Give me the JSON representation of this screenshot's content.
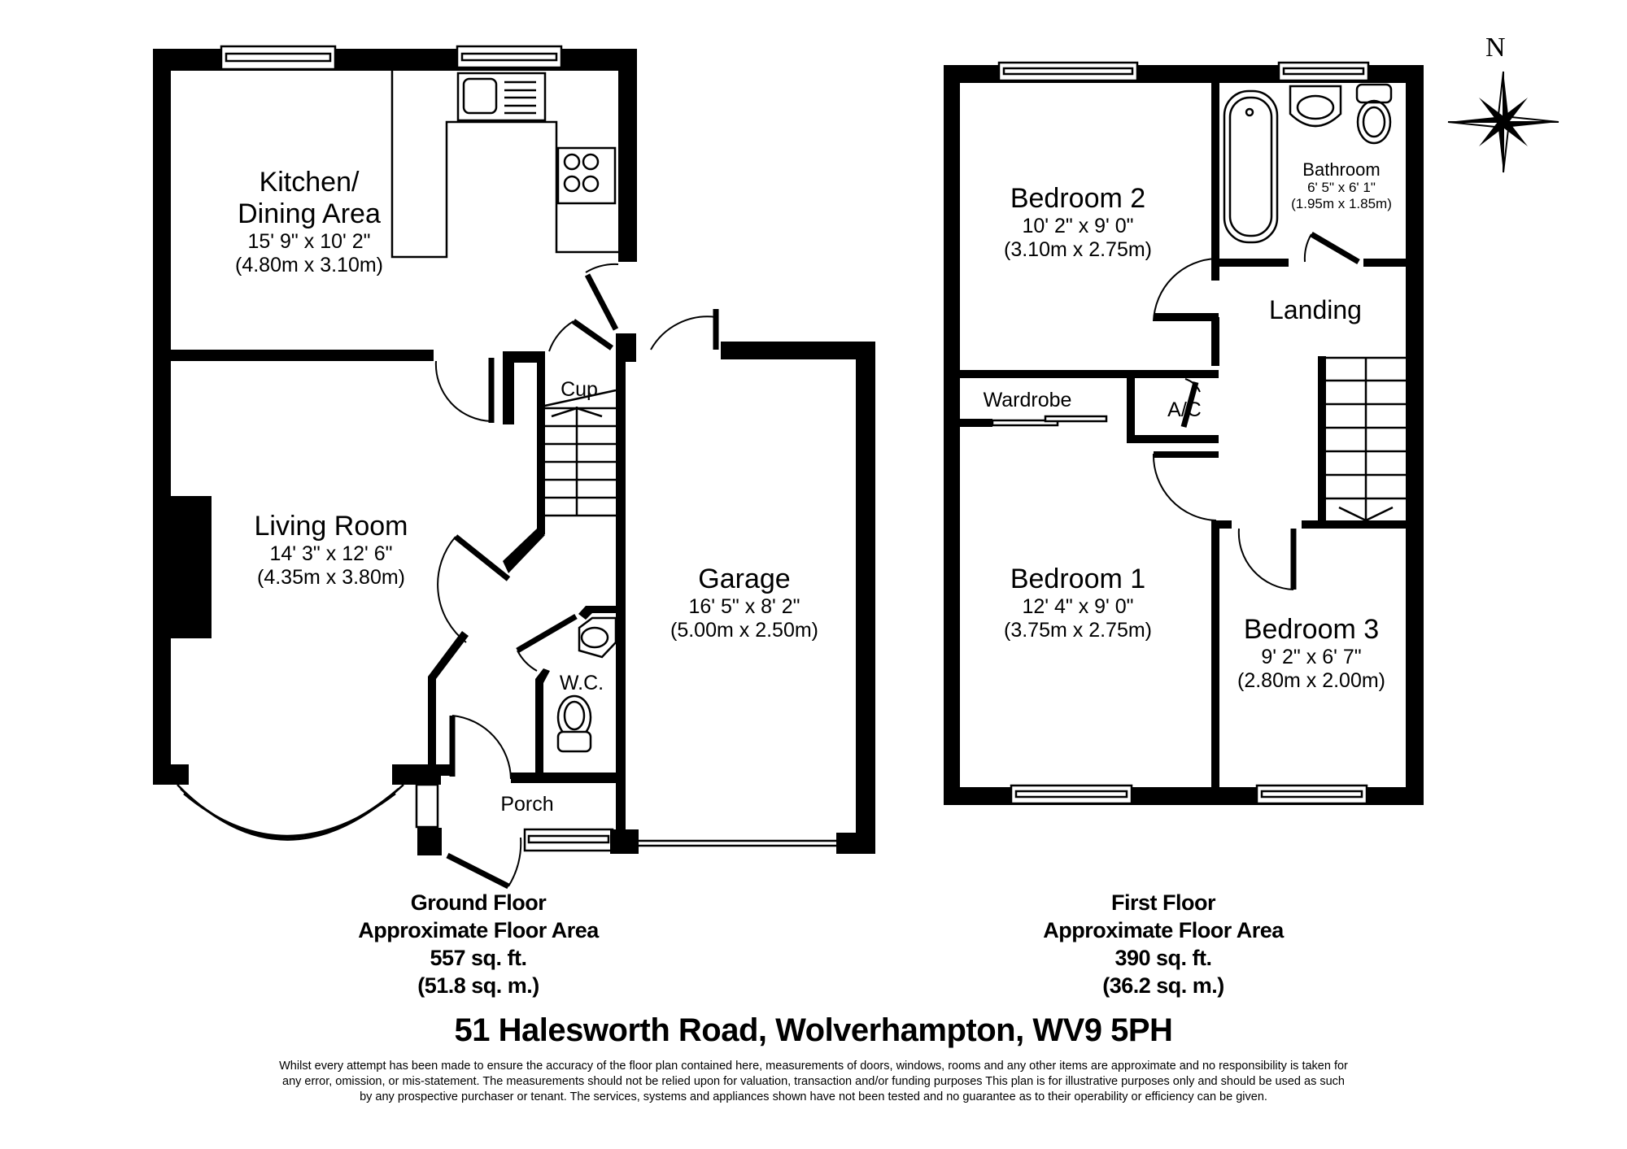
{
  "property": {
    "address": "51 Halesworth Road, Wolverhampton, WV9 5PH"
  },
  "compass": {
    "label": "N"
  },
  "ground_floor": {
    "title": "Ground Floor",
    "area_label": "Approximate Floor Area",
    "area_sqft": "557 sq. ft.",
    "area_sqm": "(51.8 sq. m.)",
    "rooms": [
      {
        "name": "Kitchen/",
        "name2": "Dining Area",
        "imperial": "15' 9\" x 10' 2\"",
        "metric": "(4.80m x 3.10m)"
      },
      {
        "name": "Living Room",
        "imperial": "14' 3\" x 12' 6\"",
        "metric": "(4.35m x 3.80m)"
      },
      {
        "name": "Garage",
        "imperial": "16' 5\" x 8' 2\"",
        "metric": "(5.00m x 2.50m)"
      },
      {
        "name": "Cup"
      },
      {
        "name": "W.C."
      },
      {
        "name": "Porch"
      }
    ]
  },
  "first_floor": {
    "title": "First Floor",
    "area_label": "Approximate Floor Area",
    "area_sqft": "390 sq. ft.",
    "area_sqm": "(36.2 sq. m.)",
    "rooms": [
      {
        "name": "Bedroom 2",
        "imperial": "10' 2\" x 9' 0\"",
        "metric": "(3.10m x 2.75m)"
      },
      {
        "name": "Bathroom",
        "imperial": "6' 5\" x 6' 1\"",
        "metric": "(1.95m x 1.85m)"
      },
      {
        "name": "Landing"
      },
      {
        "name": "Wardrobe"
      },
      {
        "name": "A/C"
      },
      {
        "name": "Bedroom 1",
        "imperial": "12' 4\" x 9' 0\"",
        "metric": "(3.75m x 2.75m)"
      },
      {
        "name": "Bedroom 3",
        "imperial": "9' 2\" x 6' 7\"",
        "metric": "(2.80m x 2.00m)"
      }
    ]
  },
  "disclaimer": [
    "Whilst every attempt has been made to ensure the accuracy of the floor plan contained here, measurements of doors, windows, rooms and any other items are approximate and no responsibility is taken for",
    "any error, omission, or mis-statement. The measurements should not be relied upon for valuation, transaction and/or funding purposes This plan is for illustrative purposes only and should be used as such",
    "by any prospective purchaser or tenant. The services, systems and appliances shown have not been tested and no guarantee as to their operability or efficiency can be given."
  ]
}
